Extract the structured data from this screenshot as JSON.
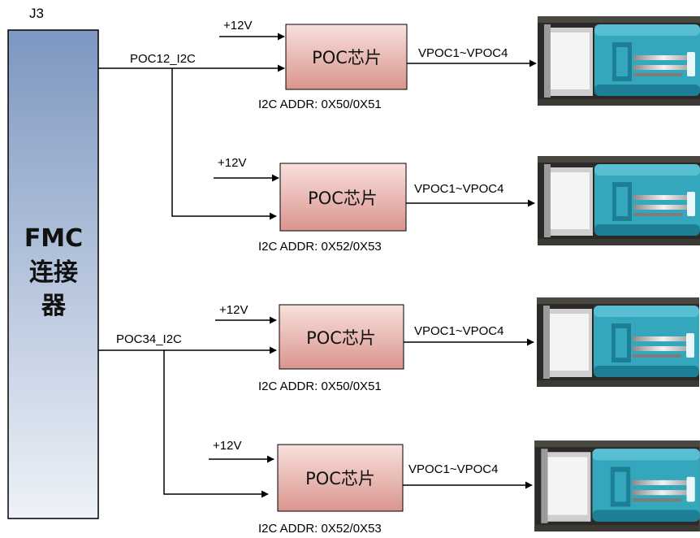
{
  "connector": {
    "ref": "J3",
    "label_lines": [
      "FMC",
      "连接",
      "器"
    ],
    "gradient_top": "#7d97c1",
    "gradient_bottom": "#eef2f8"
  },
  "bus_labels": [
    "POC12_I2C",
    "POC34_I2C"
  ],
  "chips": [
    {
      "name": "POC芯片",
      "power": "+12V",
      "output": "VPOC1~VPOC4",
      "addr": "I2C ADDR: 0X50/0X51"
    },
    {
      "name": "POC芯片",
      "power": "+12V",
      "output": "VPOC1~VPOC4",
      "addr": "I2C ADDR: 0X52/0X53"
    },
    {
      "name": "POC芯片",
      "power": "+12V",
      "output": "VPOC1~VPOC4",
      "addr": "I2C ADDR: 0X50/0X51"
    },
    {
      "name": "POC芯片",
      "power": "+12V",
      "output": "VPOC1~VPOC4",
      "addr": "I2C ADDR: 0X52/0X53"
    }
  ],
  "colors": {
    "chip_fill_top": "#f9e0dc",
    "chip_fill_bottom": "#d9958e",
    "connector_teal": "#35a7bd",
    "connector_teal_dark": "#1d7f95"
  },
  "icons": [
    "fakra-connector-icon"
  ]
}
